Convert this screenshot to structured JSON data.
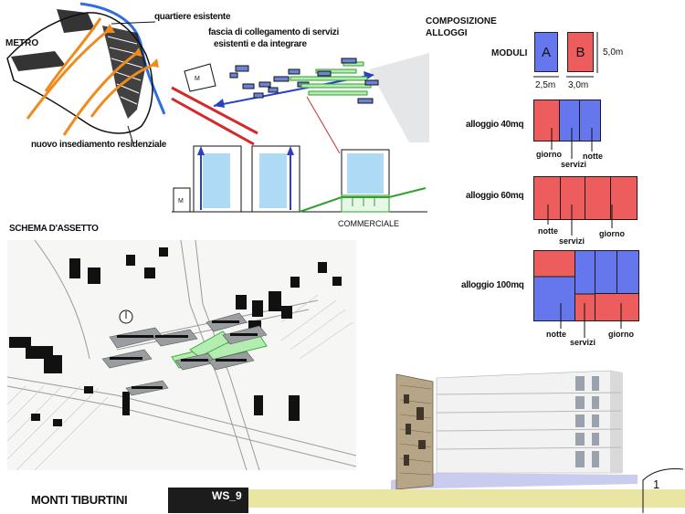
{
  "concept": {
    "metro_label": "METRO",
    "existing_district_label": "quartiere esistente",
    "services_band_label_1": "fascia di collegamento di servizi",
    "services_band_label_2": "esistenti e da integrare",
    "new_settlement_label": "nuovo insediamento residenziale"
  },
  "section": {
    "commercial_label": "COMMERCIALE"
  },
  "site_plan": {
    "title": "SCHEMA D'ASSETTO"
  },
  "housing": {
    "title_1": "COMPOSIZIONE",
    "title_2": "ALLOGGI",
    "modules_label": "MODULI",
    "module_a": "A",
    "module_b": "B",
    "height_dim": "5,0m",
    "width_a_dim": "2,5m",
    "width_b_dim": "3,0m",
    "module_a_color": "#6677ee",
    "module_b_color": "#ee5d5d",
    "apartments": [
      {
        "label": "alloggio 40mq",
        "rooms": [
          "giorno",
          "servizi",
          "notte"
        ]
      },
      {
        "label": "alloggio 60mq",
        "rooms": [
          "notte",
          "servizi",
          "giorno"
        ]
      },
      {
        "label": "alloggio 100mq",
        "rooms": [
          "notte",
          "servizi",
          "giorno"
        ]
      }
    ]
  },
  "footer": {
    "project_title": "MONTI TIBURTINI",
    "workshop_code": "WS_9",
    "page_number": "1"
  }
}
